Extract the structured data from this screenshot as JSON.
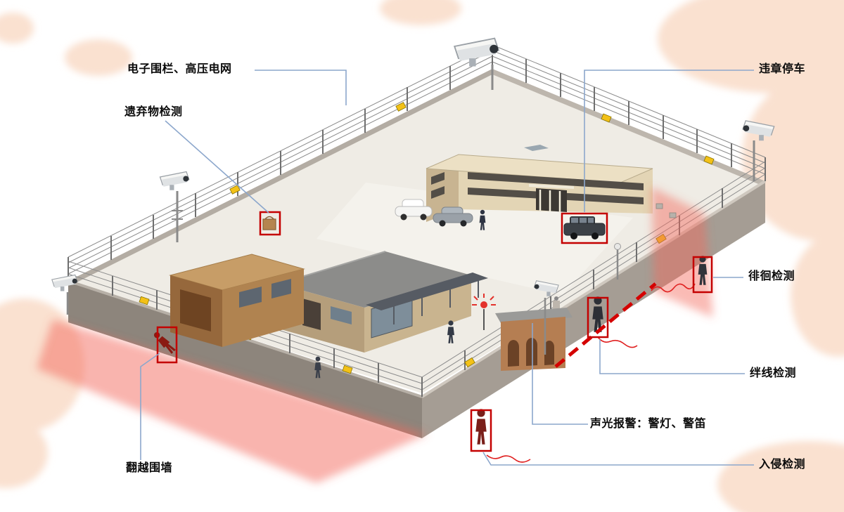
{
  "annotations": [
    {
      "id": "electric-fence",
      "label": "电子围栏、高压电网"
    },
    {
      "id": "abandoned-object-detection",
      "label": "遗弃物检测"
    },
    {
      "id": "illegal-parking",
      "label": "违章停车"
    },
    {
      "id": "loitering-detection",
      "label": "徘徊检测"
    },
    {
      "id": "tripwire-detection",
      "label": "绊线检测"
    },
    {
      "id": "sound-light-alarm",
      "label": "声光报警：警灯、警笛"
    },
    {
      "id": "intrusion-detection",
      "label": "入侵检测"
    },
    {
      "id": "wall-climbing",
      "label": "翻越围墙"
    }
  ],
  "colors": {
    "leader_line": "#8ca7cc",
    "detection_box": "#c40000",
    "alarm_zone": "#f4695c",
    "tripwire_dash": "#d40000",
    "warning_sign": "#f3c117",
    "background_blob": "#fae1d0",
    "label_text": "#0a0a0a"
  },
  "icons": {
    "camera": "cctv-camera-icon",
    "person": "person-figure",
    "alarm_beacon": "alarm-beacon-icon",
    "warning_sign": "electric-fence-warning-sign"
  }
}
